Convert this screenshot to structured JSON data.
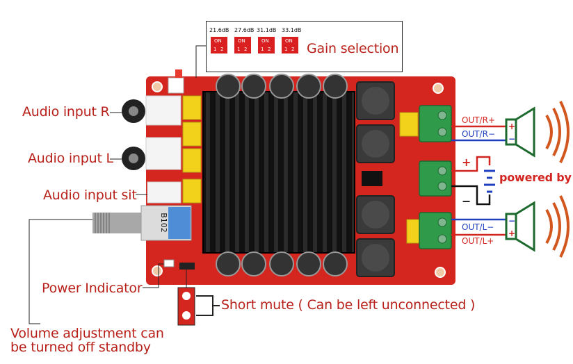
{
  "labels": {
    "audio_input_r": "Audio input R",
    "audio_input_l": "Audio input L",
    "audio_input_sit": "Audio input sit",
    "power_indicator": "Power Indicator",
    "volume_line1": "Volume adjustment can",
    "volume_line2": "be turned off standby",
    "gain_selection": "Gain selection",
    "short_mute": "Short mute ( Can be left unconnected )",
    "powered_by": "powered by"
  },
  "gain_options": [
    "21.6dB",
    "27.6dB",
    "31.1dB",
    "33.1dB"
  ],
  "dip": {
    "on_text": "ON",
    "pin1": "1",
    "pin2": "2"
  },
  "outputs": {
    "r_plus": "OUT/R+",
    "r_minus": "OUT/R−",
    "l_minus": "OUT/L−",
    "l_plus": "OUT/L+"
  },
  "polarity": {
    "plus": "+",
    "minus": "−"
  },
  "potentiometer_text": "B102",
  "colors": {
    "label_red": "#b8201a",
    "board_red": "#d4261e",
    "terminal_green": "#2f9a4a",
    "wire_red": "#d3251f",
    "wire_blue": "#1f3fbf",
    "speaker_orange": "#d2571f"
  }
}
